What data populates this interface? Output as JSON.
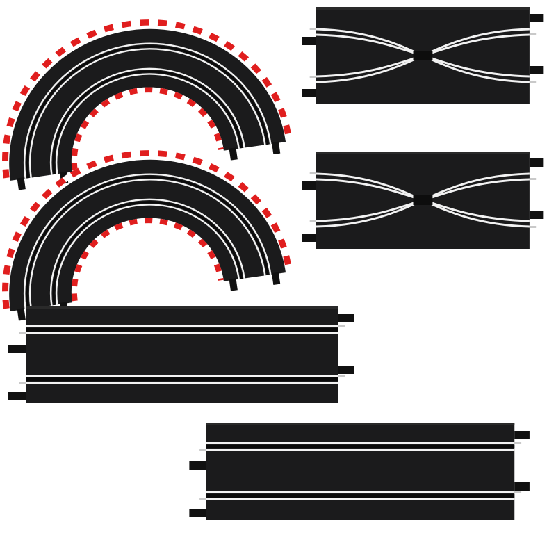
{
  "scene": {
    "background": "#ffffff",
    "colors": {
      "track": "#1b1b1c",
      "rail": "#f2f2f2",
      "groove": "#0a0a0a",
      "curb_red": "#e01e1e",
      "curb_white": "#ffffff",
      "connector": "#111111",
      "pin": "#c9c9c9"
    },
    "pieces": [
      {
        "kind": "curve-track",
        "count": 2,
        "has_curbs": true
      },
      {
        "kind": "lane-change-track",
        "count": 2
      },
      {
        "kind": "straight-track",
        "count": 2
      }
    ]
  }
}
